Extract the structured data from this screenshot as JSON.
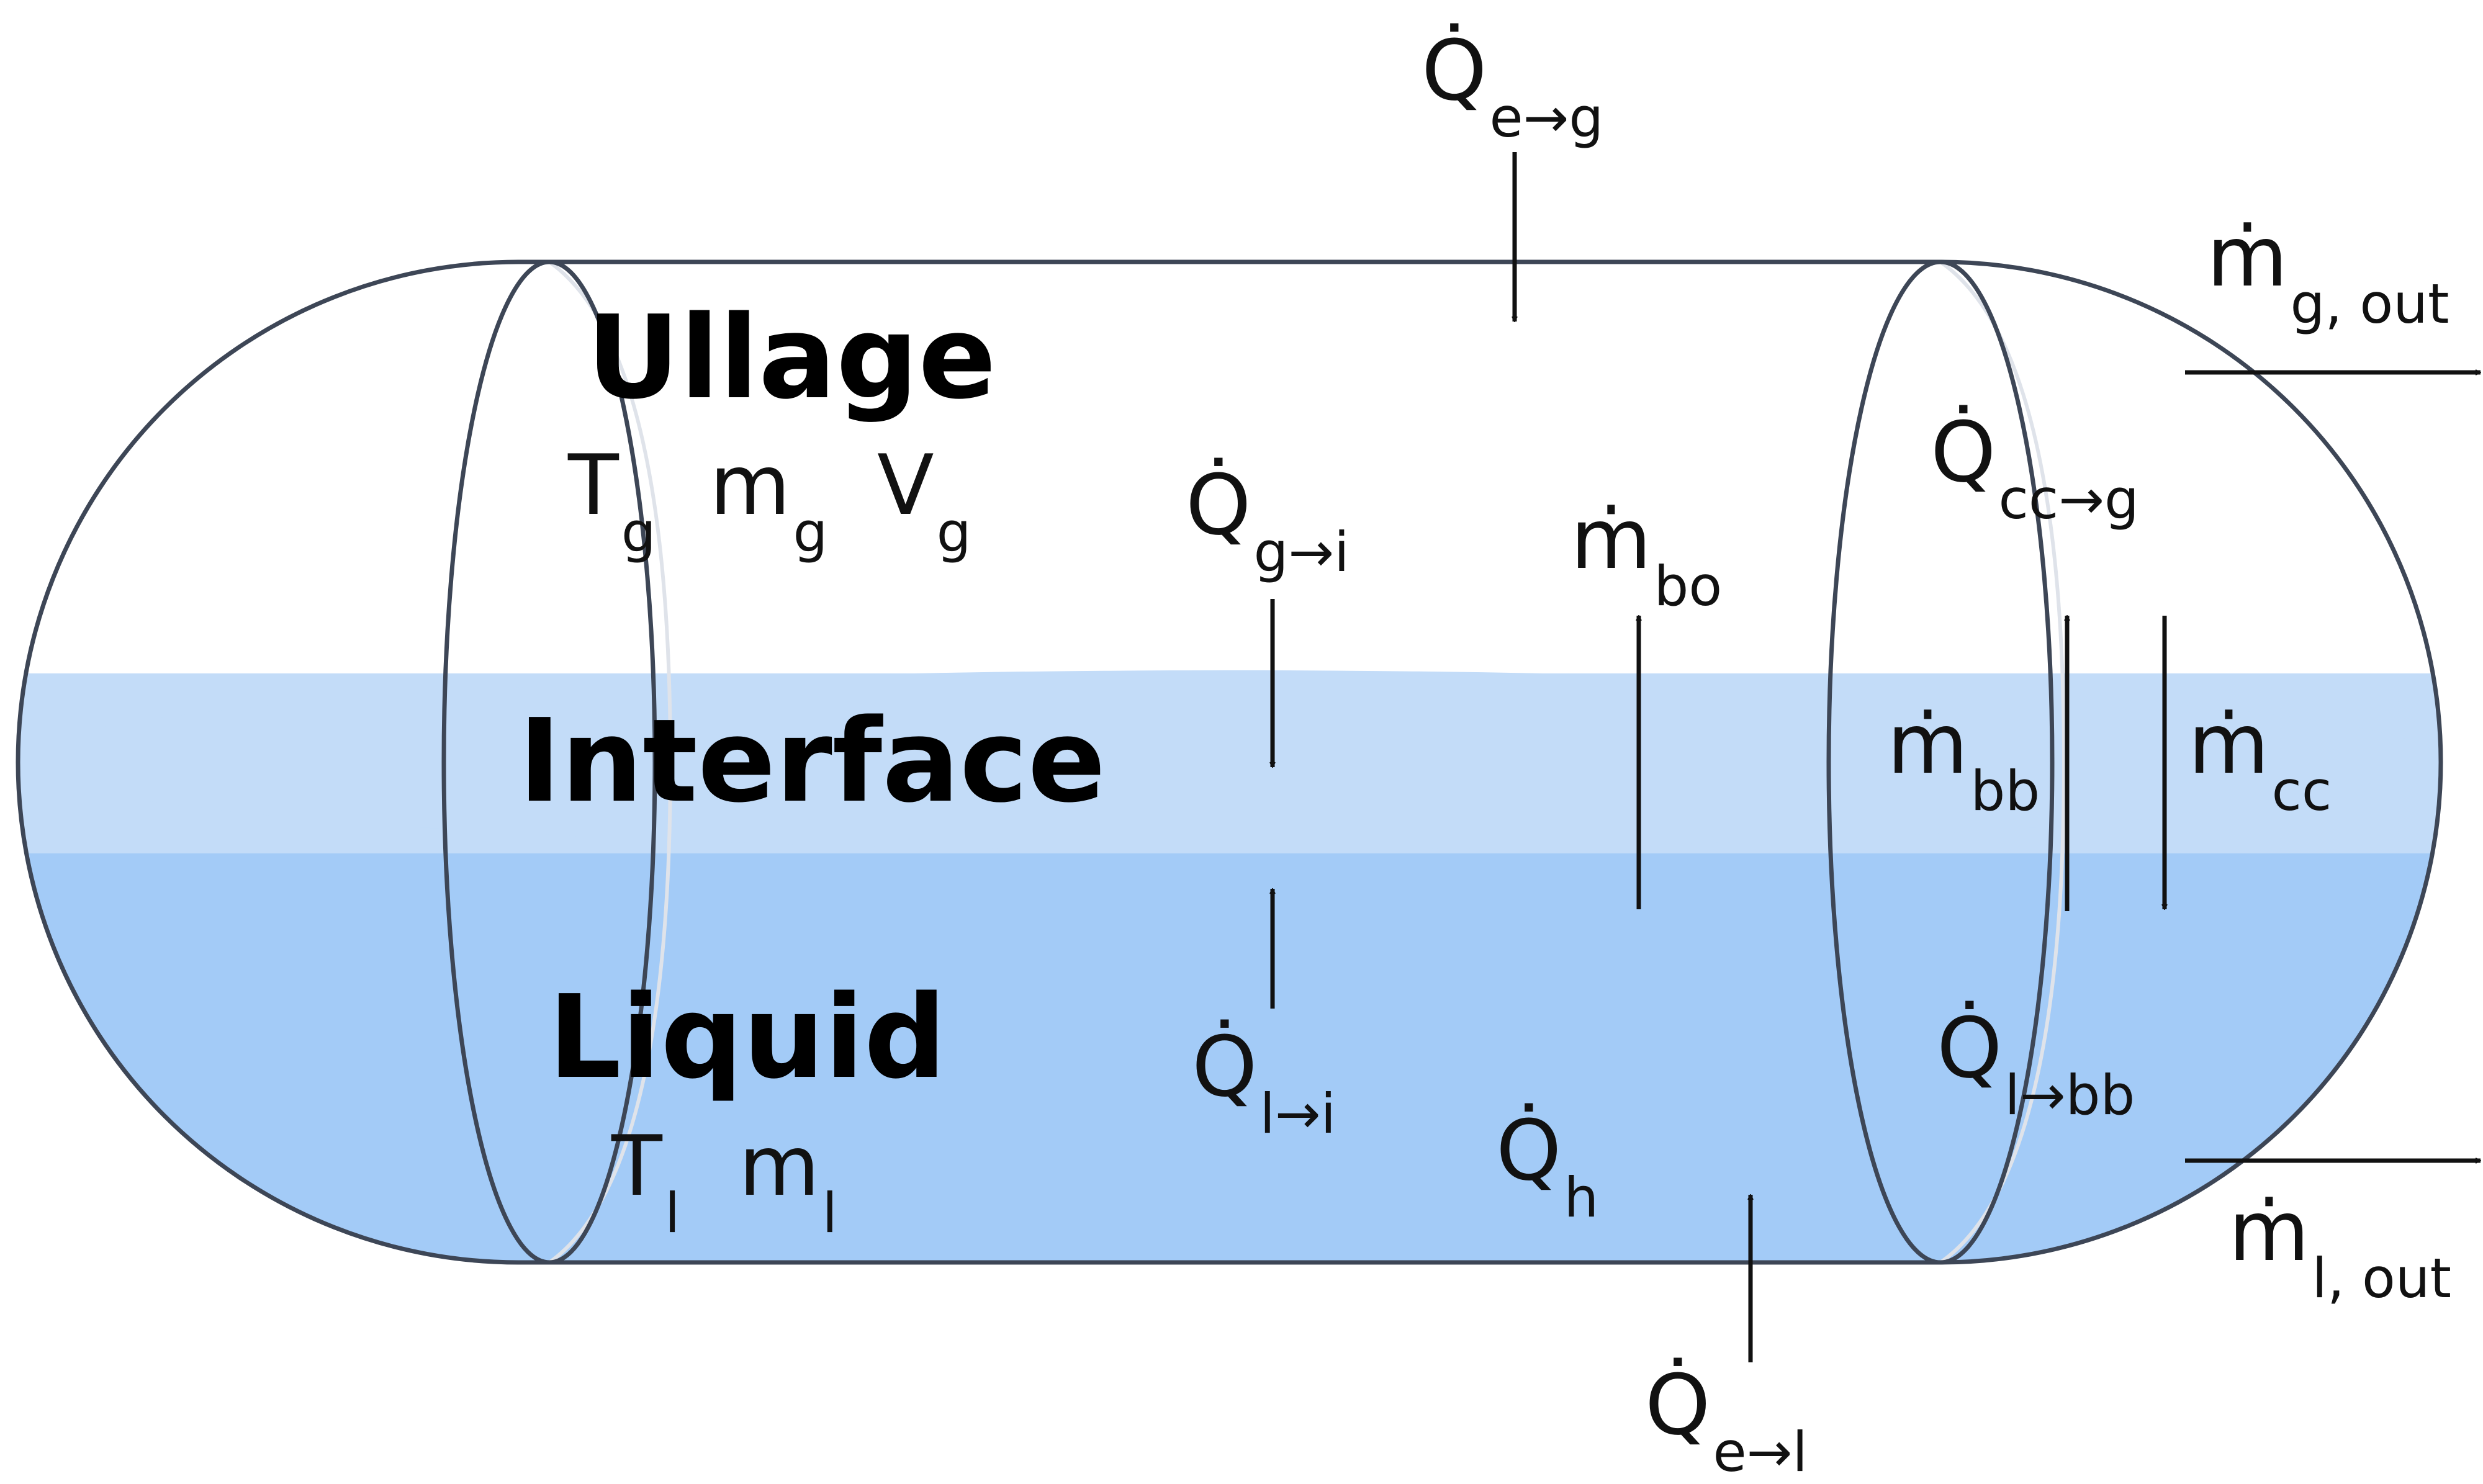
{
  "colors": {
    "liquid": "#a3cbf7",
    "interface": "#c3dcf8",
    "outline": "#3d4656",
    "arrow": "#111111",
    "text": "#111111"
  },
  "regions": {
    "ullage": {
      "title": "Ullage",
      "vars": [
        {
          "base": "T",
          "sub": "g"
        },
        {
          "base": "m",
          "sub": "g"
        },
        {
          "base": "V",
          "sub": "g"
        }
      ]
    },
    "interface": {
      "title": "Interface"
    },
    "liquid": {
      "title": "Liquid",
      "vars": [
        {
          "base": "T",
          "sub": "l"
        },
        {
          "base": "m",
          "sub": "l"
        }
      ]
    }
  },
  "flows": {
    "q_e_g": {
      "base": "Q̇",
      "sub": "e→g"
    },
    "q_g_i": {
      "base": "Q̇",
      "sub": "g→i"
    },
    "m_bo": {
      "base": "ṁ",
      "sub": "bo"
    },
    "q_cc_g": {
      "base": "Q̇",
      "sub": "cc→g"
    },
    "m_g_out": {
      "base": "ṁ",
      "sub": "g, out"
    },
    "m_bb": {
      "base": "ṁ",
      "sub": "bb"
    },
    "m_cc": {
      "base": "ṁ",
      "sub": "cc"
    },
    "q_l_i": {
      "base": "Q̇",
      "sub": "l→i"
    },
    "q_h": {
      "base": "Q̇",
      "sub": "h"
    },
    "q_l_bb": {
      "base": "Q̇",
      "sub": "l→bb"
    },
    "m_l_out": {
      "base": "ṁ",
      "sub": "l, out"
    },
    "q_e_l": {
      "base": "Q̇",
      "sub": "e→l"
    }
  }
}
